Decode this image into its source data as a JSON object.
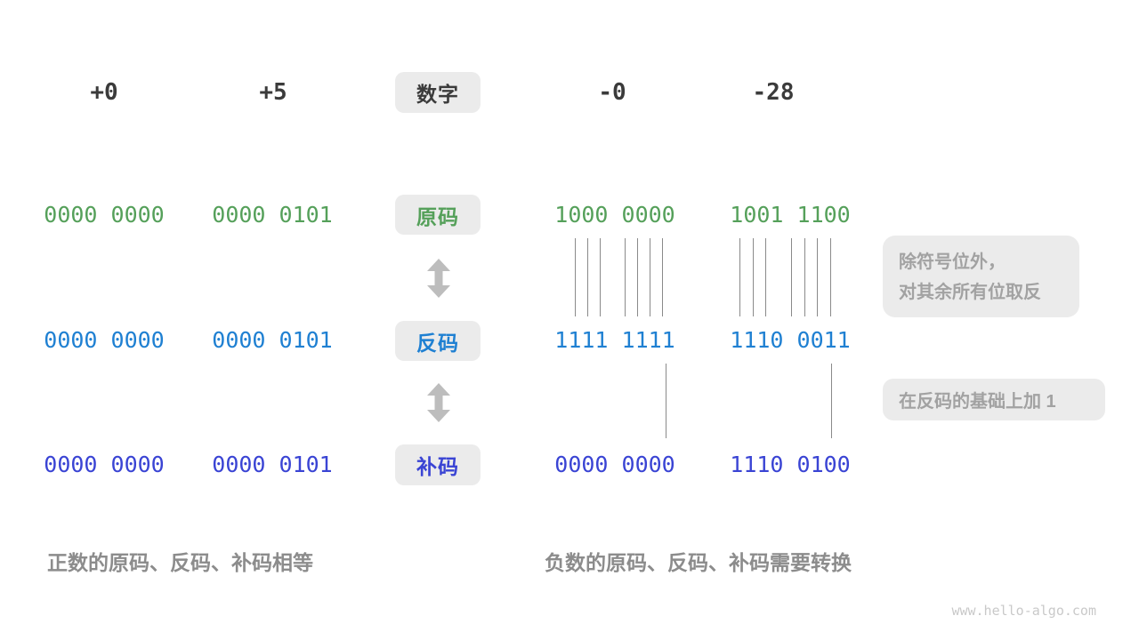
{
  "palette": {
    "sign_magnitude_green": "#55a05a",
    "ones_complement_blue": "#1f80d2",
    "twos_complement_indigo": "#3a44d4",
    "label_box_bg": "#ebebeb",
    "header_dark": "#3b3b3b",
    "note_text_gray": "#a2a2a2",
    "caption_gray": "#8c8c8c",
    "arrow_gray": "#bdbdbd",
    "connector_line_gray": "#8a8a8a",
    "watermark_gray": "#c9c9c9"
  },
  "header": {
    "label": "数字",
    "numbers": [
      "+0",
      "+5",
      "-0",
      "-28"
    ]
  },
  "rows": [
    {
      "label": "原码",
      "values": [
        "0000 0000",
        "0000 0101",
        "1000 0000",
        "1001 1100"
      ]
    },
    {
      "label": "反码",
      "values": [
        "0000 0000",
        "0000 0101",
        "1111 1111",
        "1110 0011"
      ]
    },
    {
      "label": "补码",
      "values": [
        "0000 0000",
        "0000 0101",
        "0000 0000",
        "1110 0100"
      ]
    }
  ],
  "annotations": {
    "invert_line1": "除符号位外，",
    "invert_line2": "对其余所有位取反",
    "add_one": "在反码的基础上加 1"
  },
  "captions": {
    "positive": "正数的原码、反码、补码相等",
    "negative": "负数的原码、反码、补码需要转换"
  },
  "watermark": "www.hello-algo.com"
}
